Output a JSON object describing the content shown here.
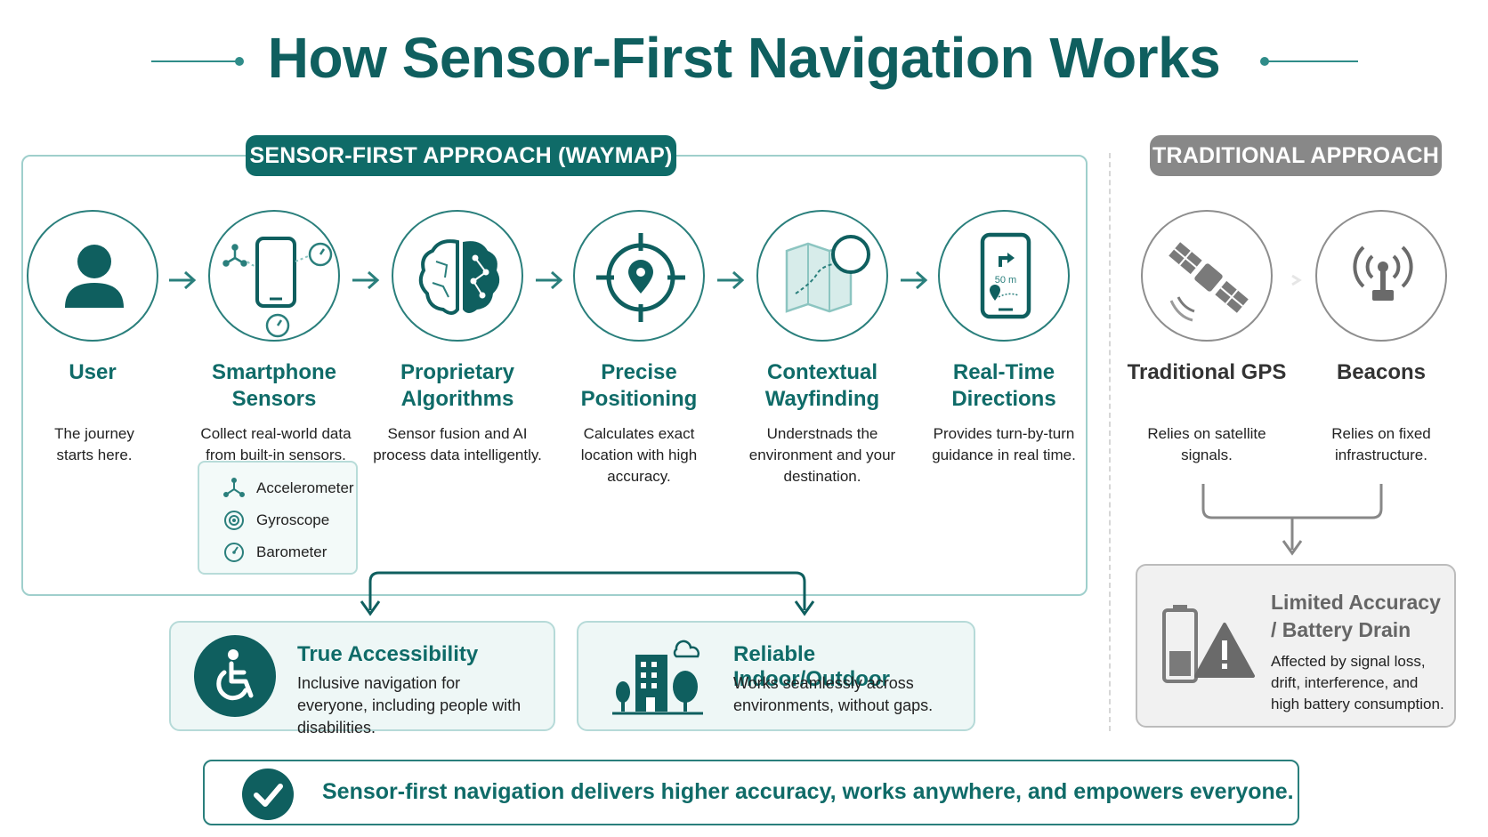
{
  "title": "How Sensor-First Navigation Works",
  "sensor_section": {
    "label": "SENSOR-FIRST APPROACH (WAYMAP)",
    "steps": [
      {
        "icon": "user-icon",
        "title": "User",
        "desc": "The journey starts here."
      },
      {
        "icon": "smartphone-sensors-icon",
        "title": "Smartphone Sensors",
        "desc": "Collect real-world data from built-in sensors."
      },
      {
        "icon": "brain-algorithm-icon",
        "title": "Proprietary Algorithms",
        "desc": "Sensor fusion and AI process data intelligently."
      },
      {
        "icon": "target-location-icon",
        "title": "Precise Positioning",
        "desc": "Calculates exact location with high accuracy."
      },
      {
        "icon": "map-compass-icon",
        "title": "Contextual Wayfinding",
        "desc": "Understnads the environment and your destination."
      },
      {
        "icon": "phone-directions-icon",
        "title": "Real-Time Directions",
        "desc": "Provides turn-by-turn guidance in real time.",
        "distance": "50 m"
      }
    ],
    "sensors": [
      {
        "icon": "accelerometer-icon",
        "label": "Accelerometer"
      },
      {
        "icon": "gyroscope-icon",
        "label": "Gyroscope"
      },
      {
        "icon": "barometer-icon",
        "label": "Barometer"
      }
    ]
  },
  "benefits": [
    {
      "icon": "wheelchair-icon",
      "title": "True Accessibility",
      "desc": "Inclusive navigation for everyone, including people with disabilities."
    },
    {
      "icon": "building-tree-icon",
      "title": "Reliable Indoor/Outdoor",
      "desc": "Works seamlessly across environments, without gaps."
    }
  ],
  "traditional_section": {
    "label": "TRADITIONAL APPROACH",
    "items": [
      {
        "icon": "satellite-icon",
        "title": "Traditional GPS",
        "desc": "Relies on satellite signals."
      },
      {
        "icon": "beacon-icon",
        "title": "Beacons",
        "desc": "Relies on fixed infrastructure."
      }
    ],
    "limitation": {
      "icon": "battery-warning-icon",
      "title": "Limited Accuracy / Battery Drain",
      "desc": "Affected by signal loss, drift, interference, and high battery consumption."
    }
  },
  "summary": {
    "icon": "check-icon",
    "text": "Sensor-first navigation delivers higher accuracy, works anywhere, and empowers everyone."
  },
  "colors": {
    "teal_dark": "#0f6b68",
    "teal": "#2a7f7c",
    "teal_light": "#b6dad8",
    "gray": "#888888"
  }
}
